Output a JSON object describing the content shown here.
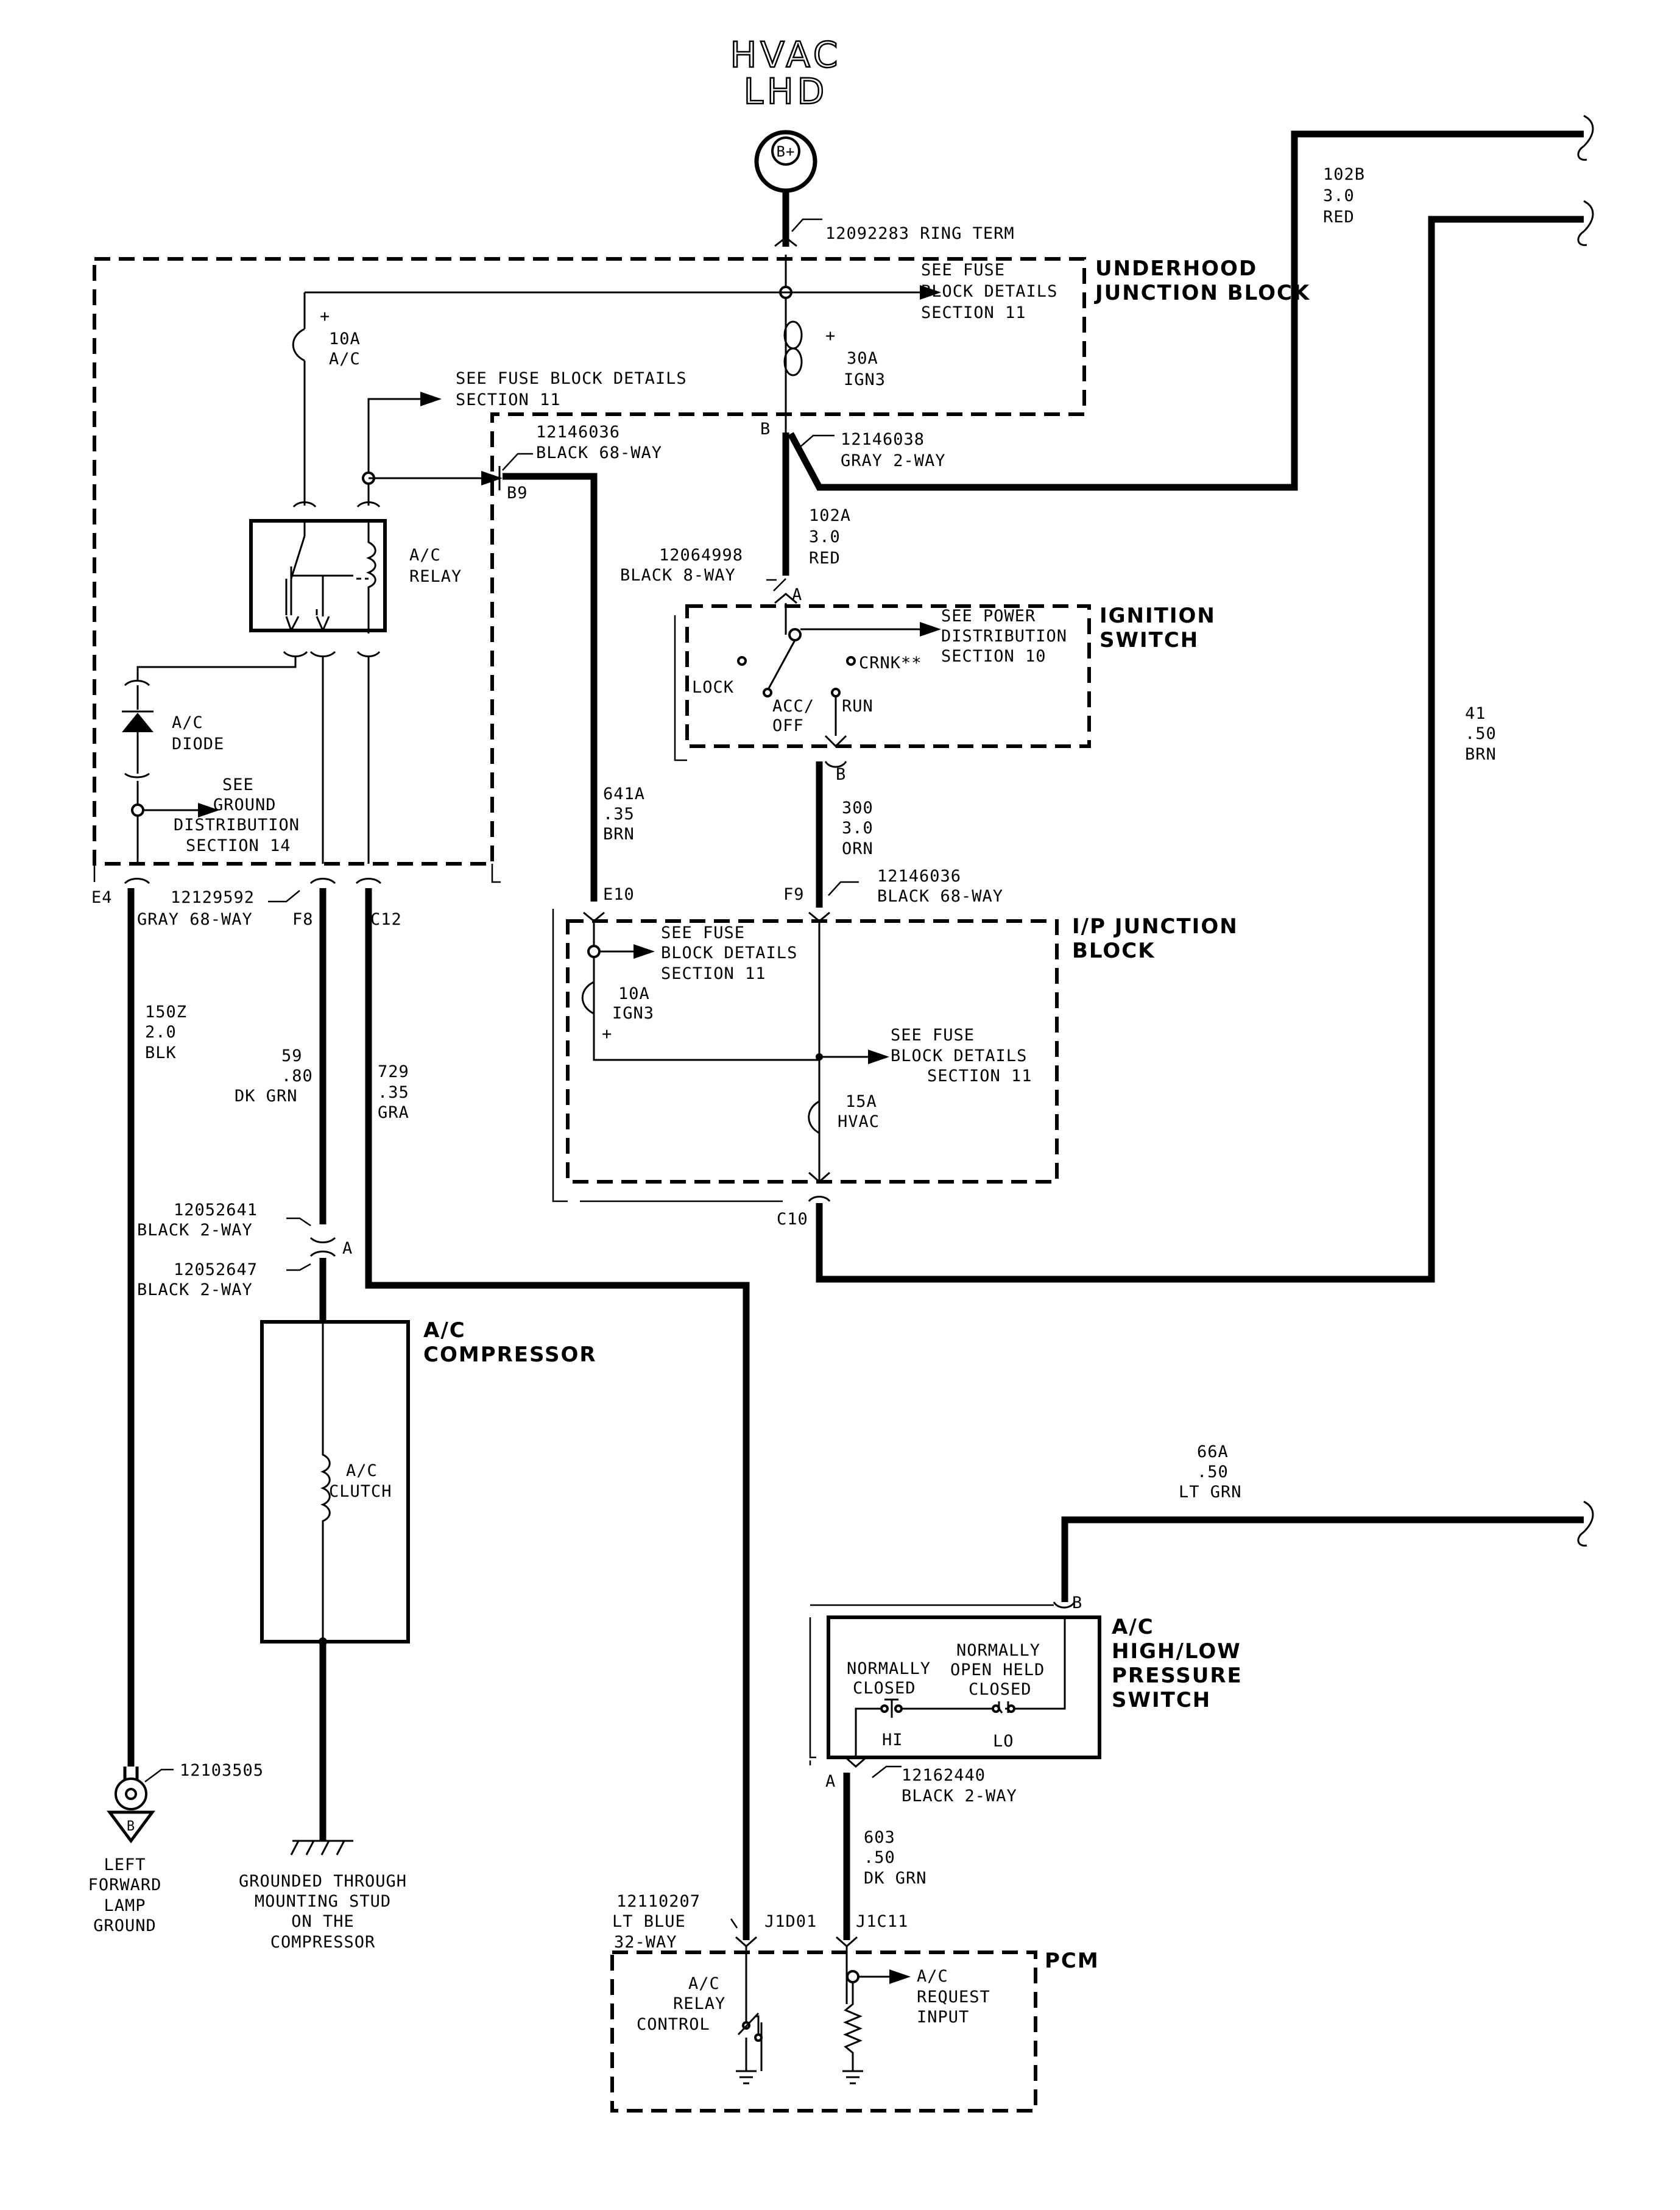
{
  "header": {
    "line1": "HVAC",
    "line2": "LHD"
  },
  "battery": {
    "symbol": "B+",
    "connector": "12092283 RING TERM"
  },
  "underhood": {
    "title1": "UNDERHOOD",
    "title2": "JUNCTION BLOCK",
    "see_fuse": [
      "SEE FUSE",
      "BLOCK DETAILS",
      "SECTION 11"
    ],
    "fuse_30a": {
      "rating": "30A",
      "name": "IGN3",
      "polarity": "+"
    },
    "fuse_10a": {
      "rating": "10A",
      "name": "A/C",
      "polarity": "+"
    },
    "see_fuse2": [
      "SEE FUSE BLOCK DETAILS",
      "SECTION 11"
    ],
    "conn_left": [
      "12146036",
      "BLACK 68-WAY"
    ],
    "conn_right": [
      "12146038",
      "GRAY 2-WAY"
    ],
    "pin_b9": "B9",
    "pin_b": "B",
    "relay": [
      "A/C",
      "RELAY"
    ],
    "diode": [
      "A/C",
      "DIODE"
    ],
    "ground_dist": [
      "SEE",
      "GROUND",
      "DISTRIBUTION",
      "SECTION 14"
    ],
    "bottom_conn": [
      "12129592",
      "GRAY 68-WAY"
    ],
    "pin_e4": "E4",
    "pin_f8": "F8",
    "pin_c12": "C12"
  },
  "wires": {
    "w102b": [
      "102B",
      "3.0",
      "RED"
    ],
    "w102a": [
      "102A",
      "3.0",
      "RED"
    ],
    "w641a": [
      "641A",
      ".35",
      "BRN"
    ],
    "w300": [
      "300",
      "3.0",
      "ORN"
    ],
    "w41": [
      "41",
      ".50",
      "BRN"
    ],
    "w150z": [
      "150Z",
      "2.0",
      "BLK"
    ],
    "w59": [
      "59",
      ".80",
      "DK GRN"
    ],
    "w729": [
      "729",
      ".35",
      "GRA"
    ],
    "w66a": [
      "66A",
      ".50",
      "LT GRN"
    ],
    "w603": [
      "603",
      ".50",
      "DK GRN"
    ]
  },
  "ignition": {
    "title1": "IGNITION",
    "title2": "SWITCH",
    "conn": [
      "12064998",
      "BLACK 8-WAY"
    ],
    "pin_a": "A",
    "pin_b": "B",
    "see_power": [
      "SEE POWER",
      "DISTRIBUTION",
      "SECTION 10"
    ],
    "lock": "LOCK",
    "acc_off": [
      "ACC/",
      "OFF"
    ],
    "run": "RUN",
    "crnk": "CRNK**"
  },
  "ip_block": {
    "title1": "I/P JUNCTION",
    "title2": "BLOCK",
    "conn": [
      "12146036",
      "BLACK 68-WAY"
    ],
    "pin_e10": "E10",
    "pin_f9": "F9",
    "pin_c10": "C10",
    "see_fuse_a": [
      "SEE FUSE",
      "BLOCK DETAILS",
      "SECTION 11"
    ],
    "fuse_10a": {
      "rating": "10A",
      "name": "IGN3",
      "polarity": "+"
    },
    "see_fuse_b": [
      "SEE FUSE",
      "BLOCK DETAILS",
      "SECTION 11"
    ],
    "fuse_15a": {
      "rating": "15A",
      "name": "HVAC"
    }
  },
  "compressor": {
    "title1": "A/C",
    "title2": "COMPRESSOR",
    "conn1": [
      "12052641",
      "BLACK 2-WAY"
    ],
    "conn2": [
      "12052647",
      "BLACK 2-WAY"
    ],
    "pin_a": "A",
    "clutch": [
      "A/C",
      "CLUTCH"
    ],
    "ground": [
      "GROUNDED THROUGH",
      "MOUNTING STUD",
      "ON THE",
      "COMPRESSOR"
    ]
  },
  "lamp_ground": {
    "conn": "12103505",
    "symbol": "B",
    "label": [
      "LEFT",
      "FORWARD",
      "LAMP",
      "GROUND"
    ]
  },
  "pressure_switch": {
    "title": [
      "A/C",
      "HIGH/LOW",
      "PRESSURE",
      "SWITCH"
    ],
    "nc": [
      "NORMALLY",
      "CLOSED"
    ],
    "no": [
      "NORMALLY",
      "OPEN HELD",
      "CLOSED"
    ],
    "hi": "HI",
    "lo": "LO",
    "pin_b": "B",
    "pin_a": "A",
    "conn": [
      "12162440",
      "BLACK 2-WAY"
    ]
  },
  "pcm": {
    "title": "PCM",
    "conn": [
      "12110207",
      "LT BLUE",
      "32-WAY"
    ],
    "pin_j1d01": "J1D01",
    "pin_j1c11": "J1C11",
    "relay_control": [
      "A/C",
      "RELAY",
      "CONTROL"
    ],
    "request": [
      "A/C",
      "REQUEST",
      "INPUT"
    ]
  }
}
